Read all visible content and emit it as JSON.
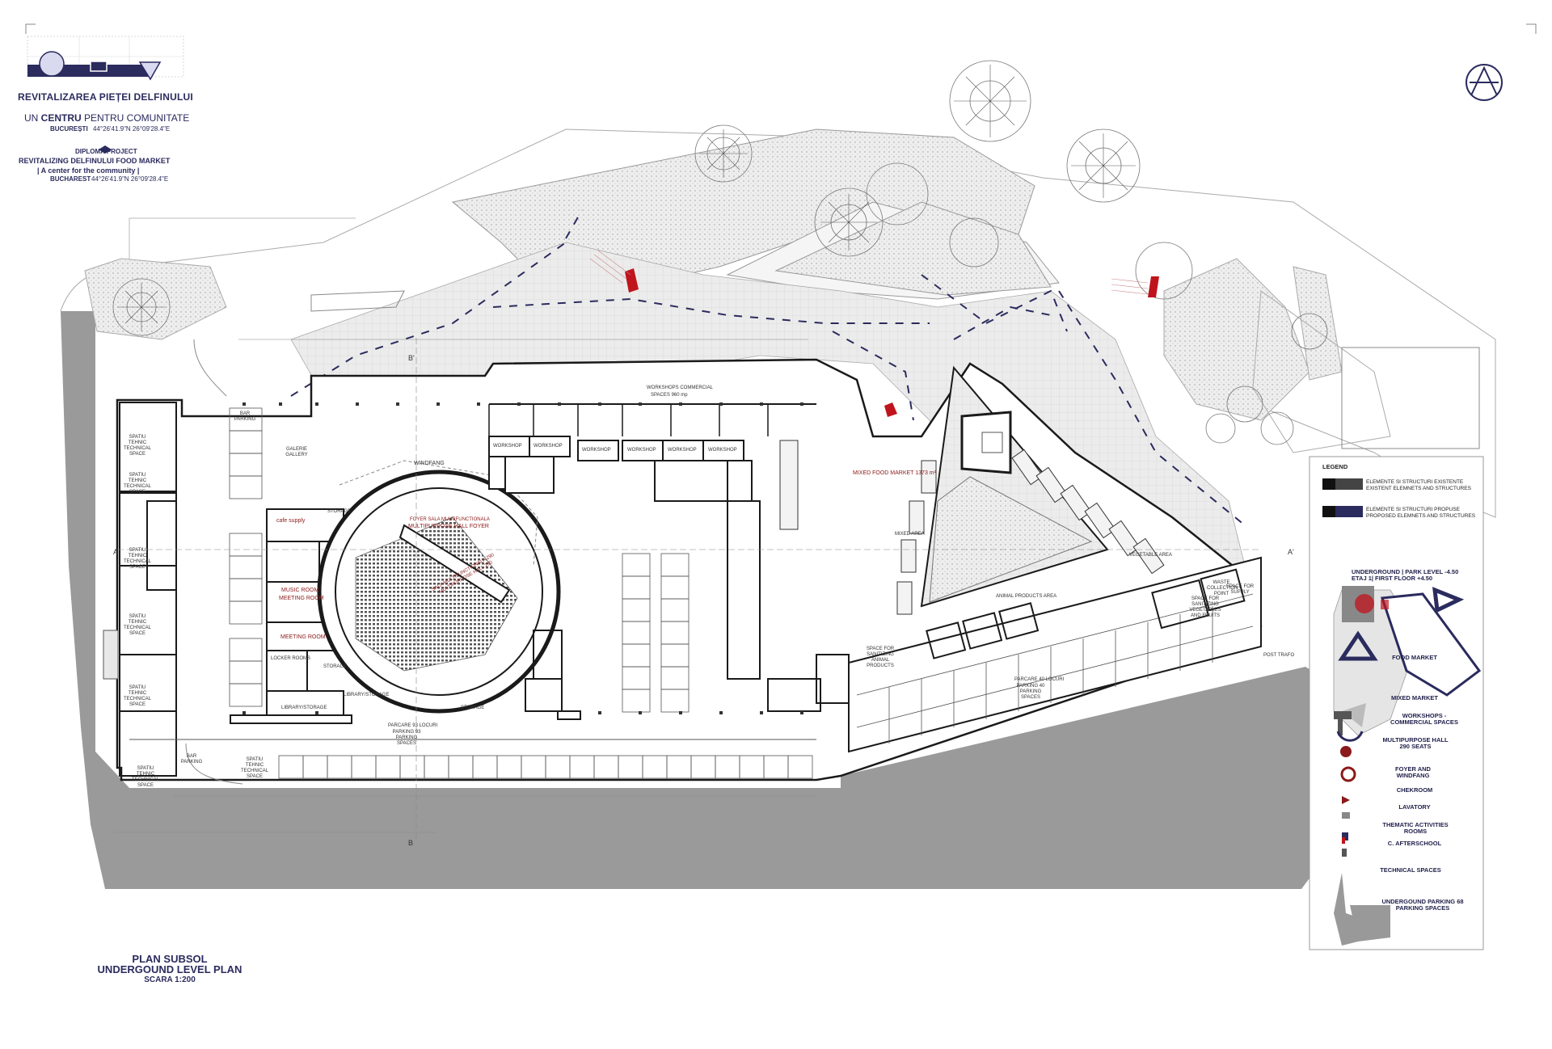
{
  "header": {
    "title": "REVITALIZAREA PIEȚEI DELFINULUI",
    "subtitle_pre": "UN ",
    "subtitle_bold": "CENTRU",
    "subtitle_post": " PENTRU COMUNITATE",
    "city_ro": "BUCUREȘTI",
    "coords": "44°26'41.9\"N 26°09'28.4\"E",
    "diploma": "DIPLOMA PROJECT",
    "title_en": "REVITALIZING DELFINULUI  FOOD MARKET",
    "tagline_en": "| A center for the community |",
    "city_en": "BUCHAREST",
    "coords_en": "44°26'41.9\"N 26°09'28.4\"E"
  },
  "plan_title": {
    "line1": "PLAN SUBSOL",
    "line2": "UNDERGOUND LEVEL PLAN",
    "scale": "SCARA 1:200"
  },
  "legend": {
    "title": "LEGEND",
    "existing_ro": "ELEMENTE SI STRUCTURI EXISTENTE",
    "existing_en": "EXISTENT ELEMNETS AND STRUCTURES",
    "proposed_ro": "ELEMENTE SI STRUCTURI PROPUSE",
    "proposed_en": "PROPOSED ELEMNETS AND STRUCTURES",
    "level_line1": "UNDERGROUND | PARK LEVEL  -4.50",
    "level_line2": "ETAJ 1| FIRST FLOOR +4.50",
    "items": [
      "FOOD MARKET",
      "MIXED MARKET",
      "WORKSHOPS - COMMERCIAL SPACES",
      "MULTIPURPOSE HALL 290 SEATS",
      "FOYER AND WINDFANG",
      "CHEKROOM",
      "LAVATORY",
      "THEMATIC ACTIVITIES ROOMS",
      "C. AFTERSCHOOL",
      "TECHNICAL SPACES",
      "UNDERGOUND PARKING 68 PARKING SPACES"
    ]
  },
  "rooms": {
    "workshops_commercial": "WORKSHOPS COMMERCIAL",
    "workshops_area": "SPACES 960 mp",
    "workshop": "WORKSHOP",
    "mixed_food_market": "MIXED FOOD  MARKET 1373 m²",
    "mixed_area": "MIXED AREA",
    "vegetables_area": "VEGETABLE AREA",
    "animal_products_area": "ANIMAL PRODUCTS AREA",
    "foyer_ro": "FOYER SALA MULTIFUNCTIONALA",
    "foyer_en": "MULTIPURPOSE HALL FOYER",
    "windfang": "WINDFANG",
    "multipurpose_hall": "SALA MULTIFUNCTIONALA 290 MULTIPURPOSE HALL 290",
    "storage": "STORAGE",
    "cafe_supply": "cafe supply",
    "music_room": "MUSIC ROOM",
    "meeting_room": "MEETING ROOM",
    "locker_rooms": "LOCKER ROOMS",
    "library_storage": "LIBRARY/STORAGE",
    "gallery": "GALERIE GALLERY",
    "bar_parking": "BAR PARKING",
    "technical_space": "SPATIU TEHNIC TECHNICAL SPACE",
    "parking_ro": "PARCARE 93 LOCURI",
    "parking_en": "PARKING 93 PARKING SPACES",
    "parking2_ro": "PARCARE 40 LOCURI",
    "parking2_en": "PARKING 40 PARKING SPACES",
    "waste": "WASTE COLLECTION POINT",
    "space_supply": "SPACE FOR SUPPLY",
    "space_veg": "SPACE FOR SANITIZING VEGETABLES AND FRUITS",
    "space_animal": "SPACE FOR SANITIZING ANIMAL PRODUCTS",
    "post_trafo": "POST TRAFO",
    "grid_a": "A",
    "grid_a2": "A'",
    "grid_b": "B",
    "grid_b2": "B'"
  },
  "colors": {
    "navy": "#2b2b5e",
    "red_accent": "#c0141c",
    "ground_grey": "#9a9a9a",
    "wall": "#1a1a1a",
    "hatch": "#d8d8d8"
  }
}
